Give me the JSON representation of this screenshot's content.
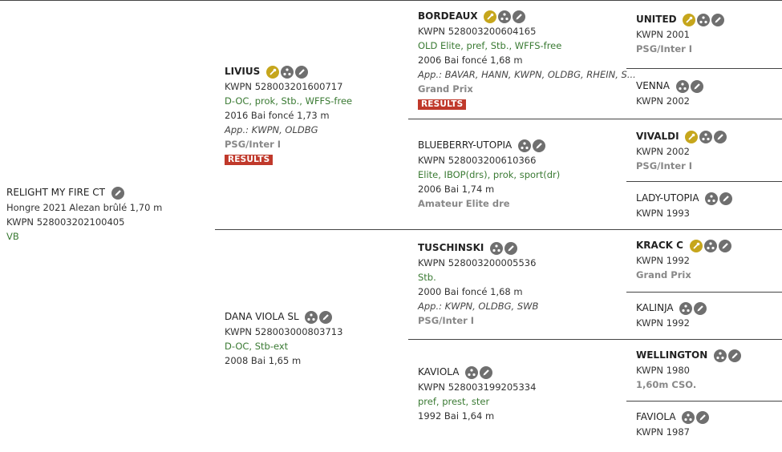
{
  "subject": {
    "name": "RELIGHT MY FIRE CT",
    "desc": "Hongre 2021 Alezan brûlé 1,70 m",
    "reg": "KWPN 528003202100405",
    "status": "VB"
  },
  "sire": {
    "name": "LIVIUS",
    "reg": "KWPN 528003201600717",
    "pred": "D-OC, prok, Stb., WFFS-free",
    "desc": "2016 Bai foncé 1,73 m",
    "app": "App.: KWPN, OLDBG",
    "level": "PSG/Inter I",
    "results": "RESULTS"
  },
  "dam": {
    "name": "DANA VIOLA SL",
    "reg": "KWPN 528003000803713",
    "pred": "D-OC, Stb-ext",
    "desc": "2008 Bai 1,65 m"
  },
  "ss": {
    "name": "BORDEAUX",
    "reg": "KWPN 528003200604165",
    "pred": "OLD Elite, pref, Stb., WFFS-free",
    "desc": "2006 Bai foncé 1,68 m",
    "app": "App.: BAVAR, HANN, KWPN, OLDBG, RHEIN, S...",
    "level": "Grand Prix",
    "results": "RESULTS"
  },
  "sd": {
    "name": "BLUEBERRY-UTOPIA",
    "reg": "KWPN 528003200610366",
    "pred": "Elite, IBOP(drs), prok, sport(dr)",
    "desc": "2006 Bai 1,74 m",
    "level": "Amateur Elite dre"
  },
  "ds": {
    "name": "TUSCHINSKI",
    "reg": "KWPN 528003200005536",
    "pred": "Stb.",
    "desc": "2000 Bai foncé 1,68 m",
    "app": "App.: KWPN, OLDBG, SWB",
    "level": "PSG/Inter I"
  },
  "dd": {
    "name": "KAVIOLA",
    "reg": "KWPN 528003199205334",
    "pred": "pref, prest, ster",
    "desc": "1992 Bai 1,64 m"
  },
  "sss": {
    "name": "UNITED",
    "reg": "KWPN 2001",
    "level": "PSG/Inter I"
  },
  "ssd": {
    "name": "VENNA",
    "reg": "KWPN 2002"
  },
  "sds": {
    "name": "VIVALDI",
    "reg": "KWPN 2002",
    "level": "PSG/Inter I"
  },
  "sdd": {
    "name": "LADY-UTOPIA",
    "reg": "KWPN 1993"
  },
  "dss": {
    "name": "KRACK C",
    "reg": "KWPN 1992",
    "level": "Grand Prix"
  },
  "dsd": {
    "name": "KALINJA",
    "reg": "KWPN 1992"
  },
  "dds": {
    "name": "WELLINGTON",
    "reg": "KWPN 1980",
    "level": "1,60m CSO."
  },
  "ddd": {
    "name": "FAVIOLA",
    "reg": "KWPN 1987"
  },
  "icons": {
    "gold": "stallion-key-icon",
    "tree": "pedigree-tree-icon",
    "edit": "edit-pencil-icon",
    "gold_color": "#c6a61c",
    "grey_color": "#6f6f6f",
    "results_color": "#c0392b",
    "pred_color": "#3a7a33"
  }
}
